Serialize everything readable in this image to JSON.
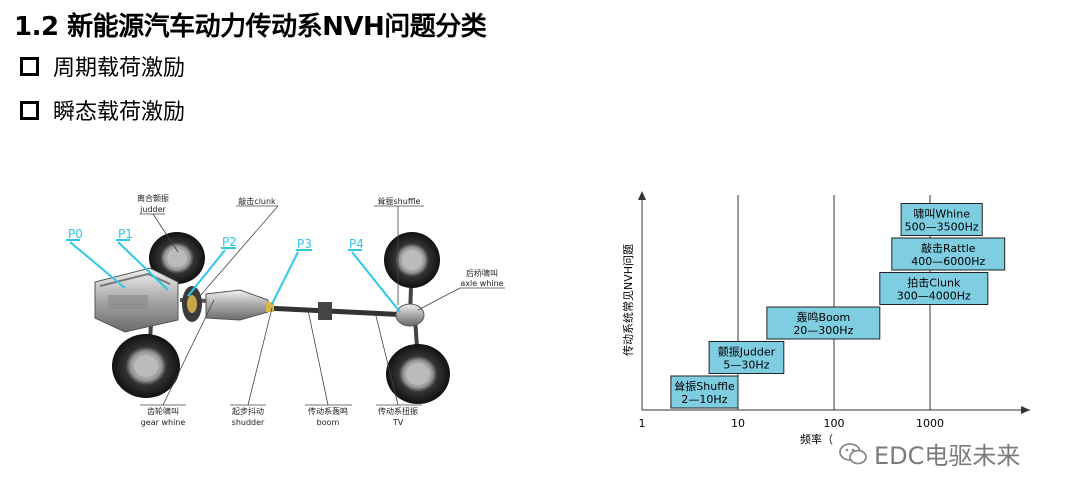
{
  "title": "1.2 新能源汽车动力传动系NVH问题分类",
  "bullets": [
    "周期载荷激励",
    "瞬态载荷激励"
  ],
  "drivetrain": {
    "positions": [
      "P0",
      "P1",
      "P2",
      "P3",
      "P4"
    ],
    "callouts": {
      "judder_cn": "离合颤振",
      "judder_en": "judder",
      "clunk": "敲击clunk",
      "shuffle": "耸振shuffle",
      "axle_cn": "后桥啸叫",
      "axle_en": "axle whine",
      "gear_cn": "齿轮啸叫",
      "gear_en": "gear whine",
      "shudder_cn": "起步抖动",
      "shudder_en": "shudder",
      "boom_cn": "传动系轰鸣",
      "boom_en": "boom",
      "tv_cn": "传动系扭振",
      "tv_en": "TV"
    }
  },
  "chart_data": {
    "type": "range-bar",
    "ylabel": "传动系统常见NVH问题",
    "xlabel": "频率（Hz）",
    "xlabel_visible": "频率（",
    "x_scale": "log",
    "xlim": [
      1,
      10000
    ],
    "x_ticks": [
      "1",
      "10",
      "100",
      "1000"
    ],
    "grid_lines_at": [
      10,
      100,
      1000
    ],
    "bars": [
      {
        "name": "耸振Shuffle",
        "range_label": "2—10Hz",
        "low": 2,
        "high": 10
      },
      {
        "name": "颤振Judder",
        "range_label": "5—30Hz",
        "low": 5,
        "high": 30
      },
      {
        "name": "轰鸣Boom",
        "range_label": "20—300Hz",
        "low": 20,
        "high": 300
      },
      {
        "name": "拍击Clunk",
        "range_label": "300—4000Hz",
        "low": 300,
        "high": 4000
      },
      {
        "name": "敲击Rattle",
        "range_label": "400—6000Hz",
        "low": 400,
        "high": 6000
      },
      {
        "name": "啸叫Whine",
        "range_label": "500—3500Hz",
        "low": 500,
        "high": 3500
      }
    ],
    "bar_color": "#7ecde0"
  },
  "watermark": "EDC电驱未来"
}
